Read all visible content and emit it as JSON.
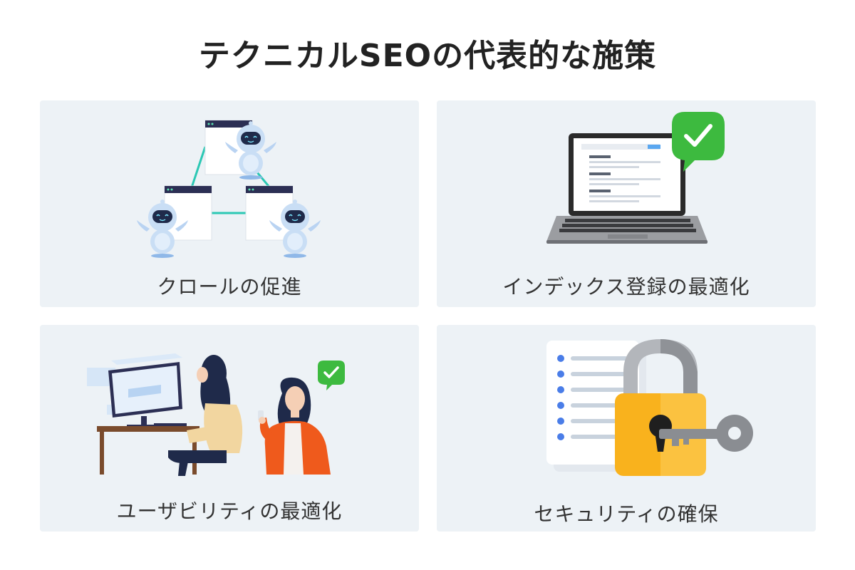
{
  "title": "テクニカルSEOの代表的な施策",
  "cards": [
    {
      "label": "クロールの促進"
    },
    {
      "label": "インデックス登録の最適化"
    },
    {
      "label": "ユーザビリティの最適化"
    },
    {
      "label": "セキュリティの確保"
    }
  ],
  "colors": {
    "card_bg": "#edf2f6",
    "accent_green": "#3dba3f",
    "connector_teal": "#2cc8b4",
    "window_navy": "#2c2f54",
    "lock_orange": "#f9b21d",
    "jacket_orange": "#ef5a1c"
  }
}
